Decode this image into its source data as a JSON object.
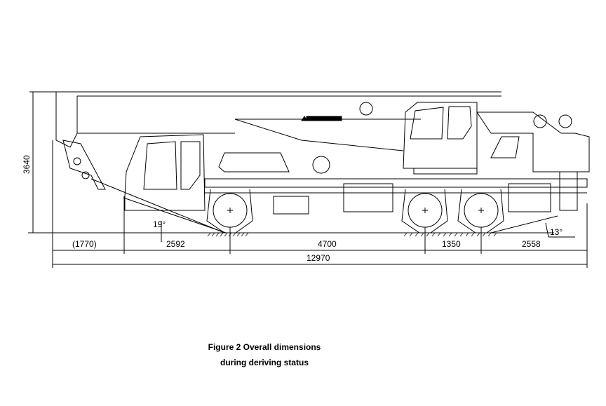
{
  "figure": {
    "caption_line1": "Figure 2    Overall dimensions",
    "caption_line2": "during deriving status"
  },
  "dimensions": {
    "height": "3640",
    "front_overhang": "(1770)",
    "front_to_axle1": "2592",
    "axle1_to_axle2": "4700",
    "axle2_to_axle3": "1350",
    "rear_overhang": "2558",
    "overall_length": "12970",
    "approach_angle": "19°",
    "departure_angle": "13°"
  }
}
